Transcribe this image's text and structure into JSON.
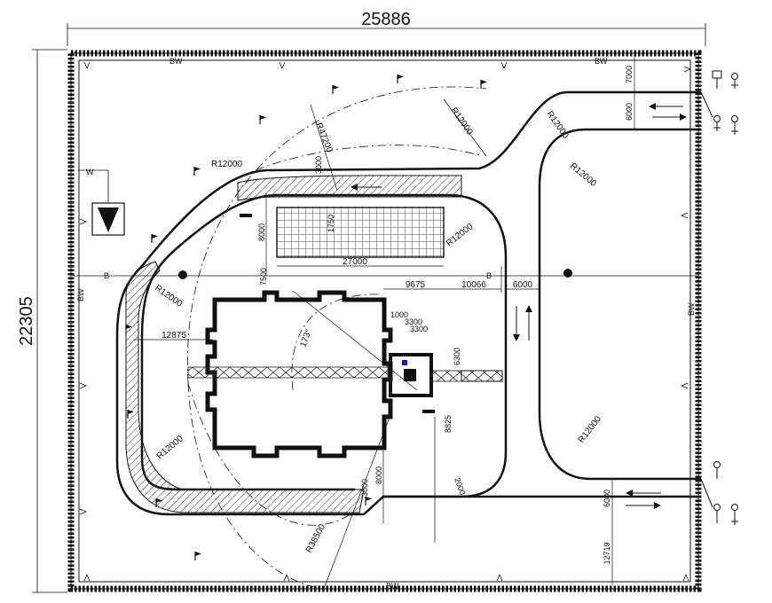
{
  "overall": {
    "width": "25886",
    "height": "22305"
  },
  "boundary_labels": {
    "bw": "BW",
    "b": "B",
    "w": "W"
  },
  "dimensions": {
    "d7000": "7000",
    "d6000_top": "6000",
    "d6000_mid": "6000",
    "d6000_bottom": "6000",
    "d27000": "27000",
    "d1750": "1750",
    "d8000_left": "8000",
    "d7500": "7500",
    "d9675": "9675",
    "d10066": "10066",
    "d12875": "12875",
    "d1000_a": "1000",
    "d3300_a": "3300",
    "d3300_b": "3300",
    "d6300": "6300",
    "d8825": "8825",
    "d8000_bottom": "8000",
    "d2000": "2000",
    "d12719": "12719",
    "d3000_top": "3000",
    "d3000_bottom": "3000",
    "angle": "173°"
  },
  "radii": {
    "r47200": "R47200",
    "r12000": "R12000",
    "r38500": "R38500"
  },
  "north_symbol": "north-arrow",
  "colors": {
    "line": "#111111",
    "hatch": "#333333",
    "accent": "#1a1aa6",
    "paper": "#ffffff"
  }
}
